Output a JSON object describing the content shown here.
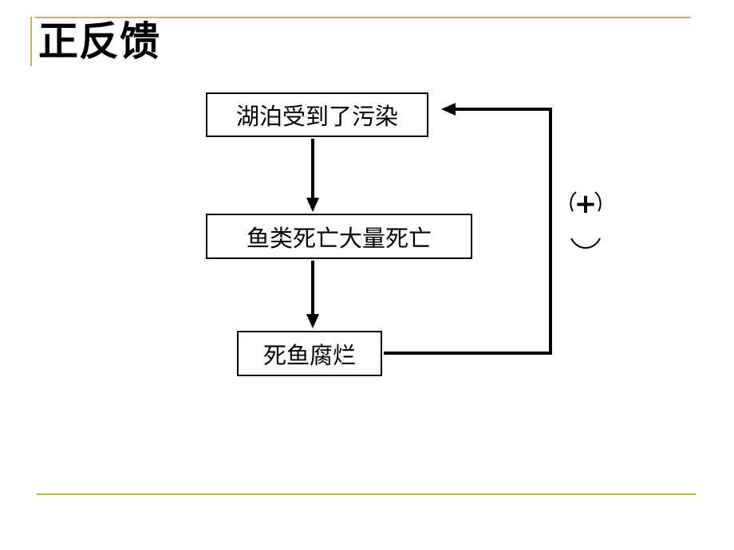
{
  "title": "正反馈",
  "nodes": {
    "lake_polluted": "湖泊受到了污染",
    "fish_die": "鱼类死亡大量死亡",
    "dead_fish_rot": "死鱼腐烂"
  },
  "feedback_sign": "+",
  "colors": {
    "rule": "#c9b45a",
    "line": "#000000"
  }
}
